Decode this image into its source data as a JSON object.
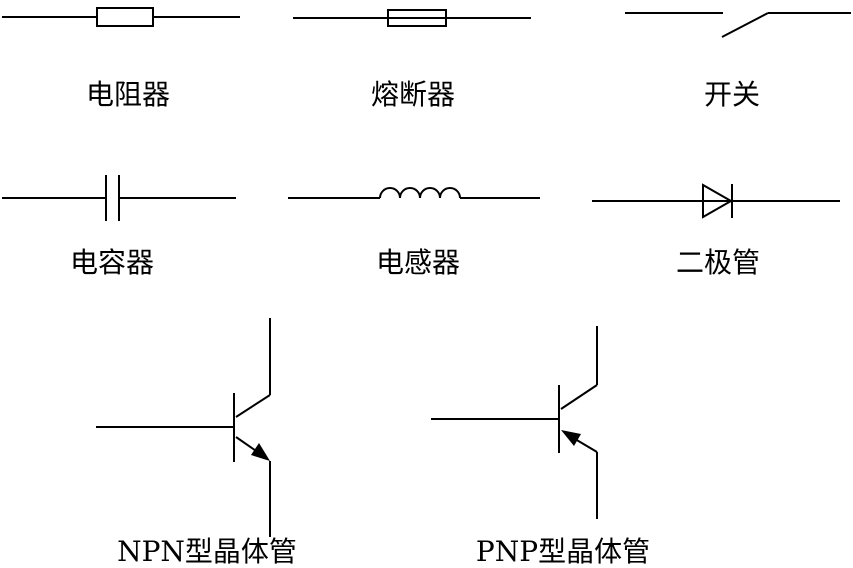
{
  "components": {
    "resistor": {
      "label": "电阻器"
    },
    "fuse": {
      "label": "熔断器"
    },
    "switch": {
      "label": "开关"
    },
    "capacitor": {
      "label": "电容器"
    },
    "inductor": {
      "label": "电感器"
    },
    "diode": {
      "label": "二极管"
    },
    "npn_transistor": {
      "label": "NPN型晶体管"
    },
    "pnp_transistor": {
      "label": "PNP型晶体管"
    }
  }
}
